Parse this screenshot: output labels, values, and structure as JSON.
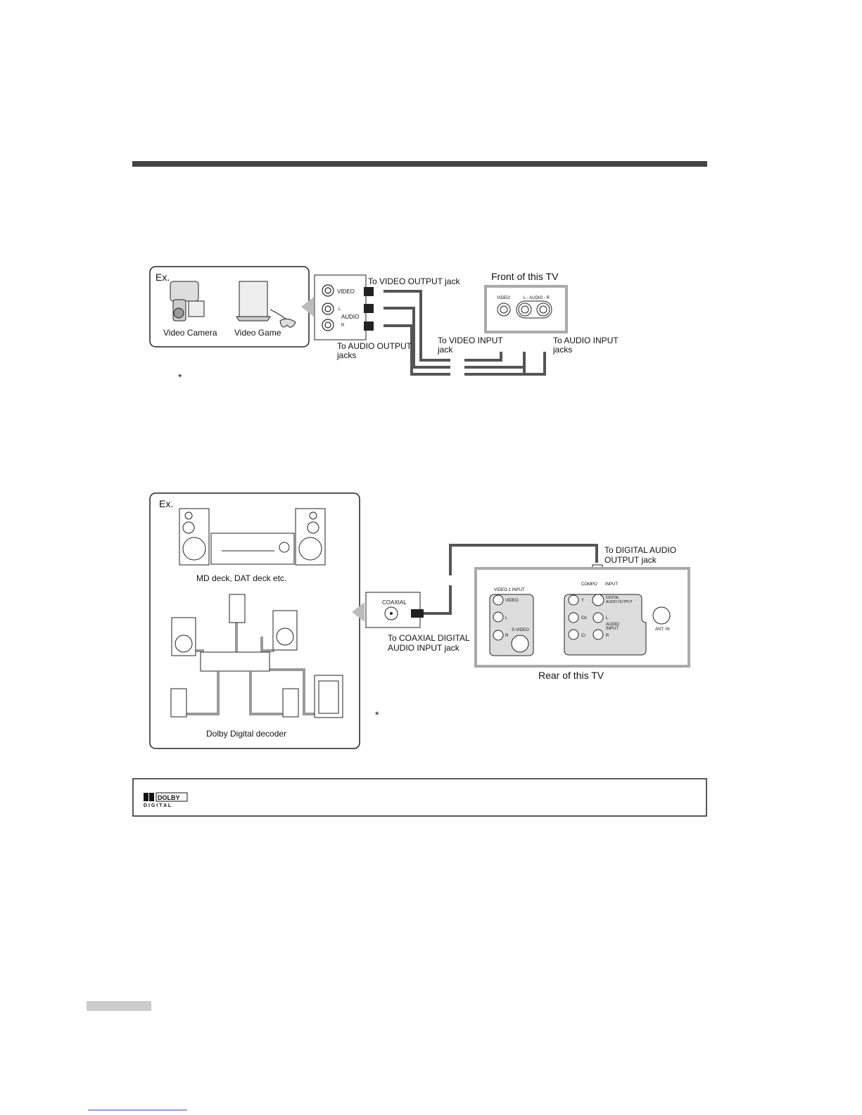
{
  "section1": {
    "example_label": "Ex.",
    "devices": [
      "Video Camera",
      "Video Game"
    ],
    "device_panel": {
      "video": "VIDEO",
      "audio": "AUDIO",
      "l": "L",
      "r": "R"
    },
    "to_video_output": "To VIDEO OUTPUT jack",
    "to_audio_output": [
      "To AUDIO OUTPUT",
      "jacks"
    ],
    "to_video_input": [
      "To VIDEO INPUT",
      "jack"
    ],
    "to_audio_input": [
      "To AUDIO INPUT",
      "jacks"
    ],
    "tv_front_title": "Front of this TV",
    "tv_front_labels": {
      "video": "VIDEO",
      "audio": "L - AUDIO - R"
    },
    "asterisk": "*"
  },
  "section2": {
    "example_label": "Ex.",
    "device1": "MD deck, DAT deck etc.",
    "device2": "Dolby Digital decoder",
    "coaxial": "COAXIAL",
    "to_coaxial": [
      "To COAXIAL DIGITAL",
      "AUDIO INPUT jack"
    ],
    "to_digital_output": [
      "To DIGITAL AUDIO",
      "OUTPUT jack"
    ],
    "rear_title": "Rear of this TV",
    "rear_labels": {
      "video1_input": "VIDEO-1 INPUT",
      "video": "VIDEO",
      "l": "L",
      "r": "R",
      "svideo": "S-VIDEO",
      "component": "COMPO",
      "input": "INPUT",
      "y": "Y",
      "cb": "Cb",
      "cr": "Cr",
      "digital": "DIGITAL",
      "audio_output": "AUDIO OUTPUT",
      "audio_input": [
        "AUDIO",
        "INPUT"
      ],
      "ant": "ANT. IN"
    },
    "asterisk": "*"
  },
  "dolby_logo": {
    "top": "DOLBY",
    "bottom": "D I G I T A L"
  }
}
